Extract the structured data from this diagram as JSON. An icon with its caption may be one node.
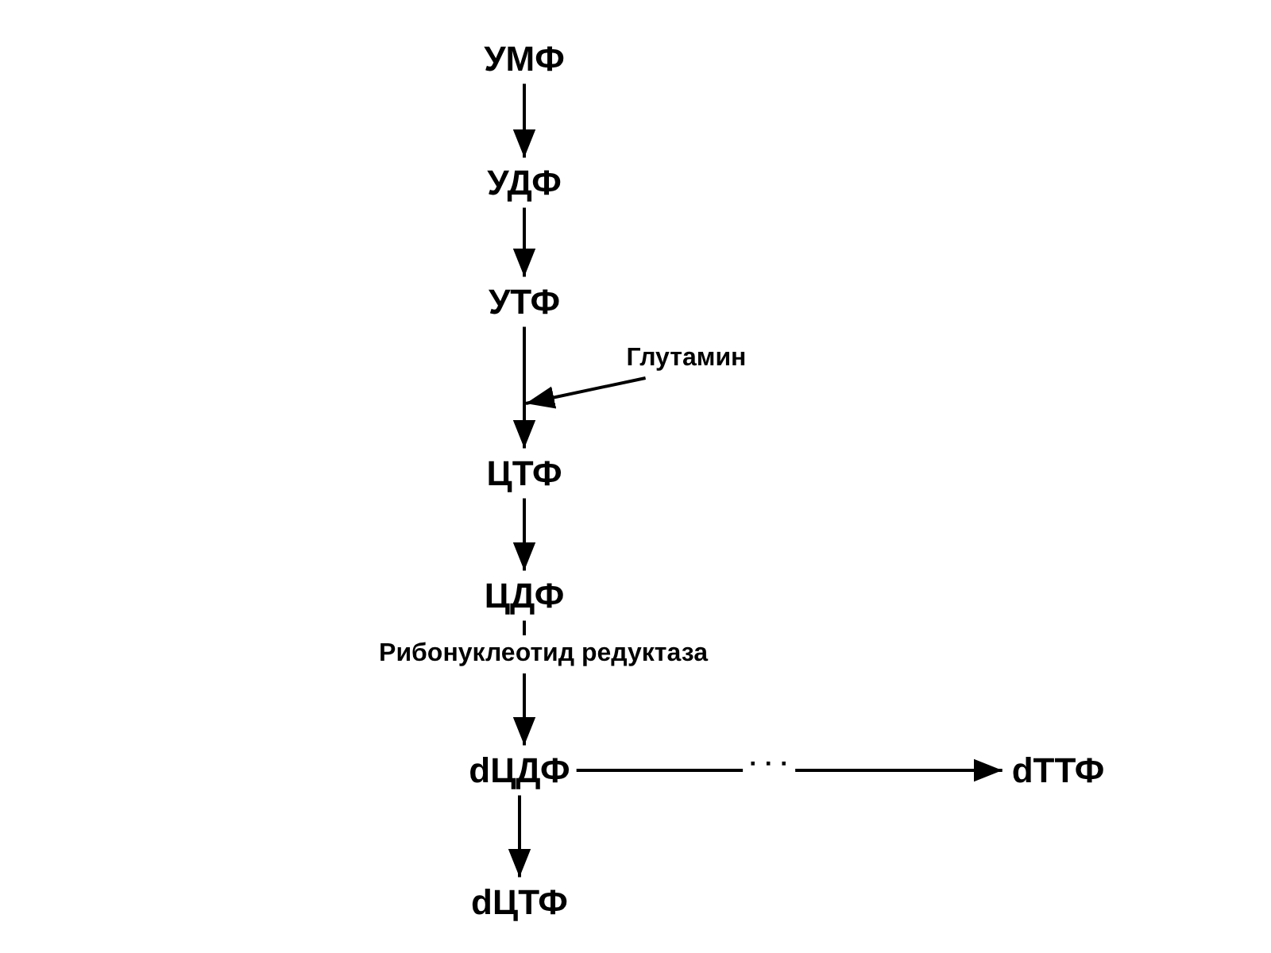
{
  "diagram": {
    "nodes": [
      {
        "text": [
          "УМФ"
        ]
      },
      {
        "text": [
          "УДФ"
        ]
      },
      {
        "text": [
          "УТФ"
        ]
      },
      {
        "text": [
          "Глутамин"
        ]
      },
      {
        "text": [
          "ЦТФ"
        ]
      },
      {
        "text": [
          "ЦДФ"
        ]
      },
      {
        "text": [
          "dЦДФ"
        ]
      },
      {
        "text": [
          "dТТФ"
        ]
      },
      {
        "text": [
          "dЦТФ"
        ]
      }
    ],
    "edges": [
      {
        "from": 0,
        "to": 1,
        "arrow": "to"
      },
      {
        "from": 1,
        "to": 2,
        "arrow": "to"
      },
      {
        "from": 2,
        "to": 4,
        "arrow": "to"
      },
      {
        "from": 3,
        "to": 4,
        "arrow": "to"
      },
      {
        "from": 4,
        "to": 5,
        "arrow": "to"
      },
      {
        "from": 5,
        "to": 6,
        "arrow": "to",
        "label": "Рибонуклеотид редуктаза"
      },
      {
        "from": 6,
        "to": 7,
        "arrow": "to",
        "label": "· · ·"
      },
      {
        "from": 6,
        "to": 8,
        "arrow": "to"
      }
    ]
  }
}
